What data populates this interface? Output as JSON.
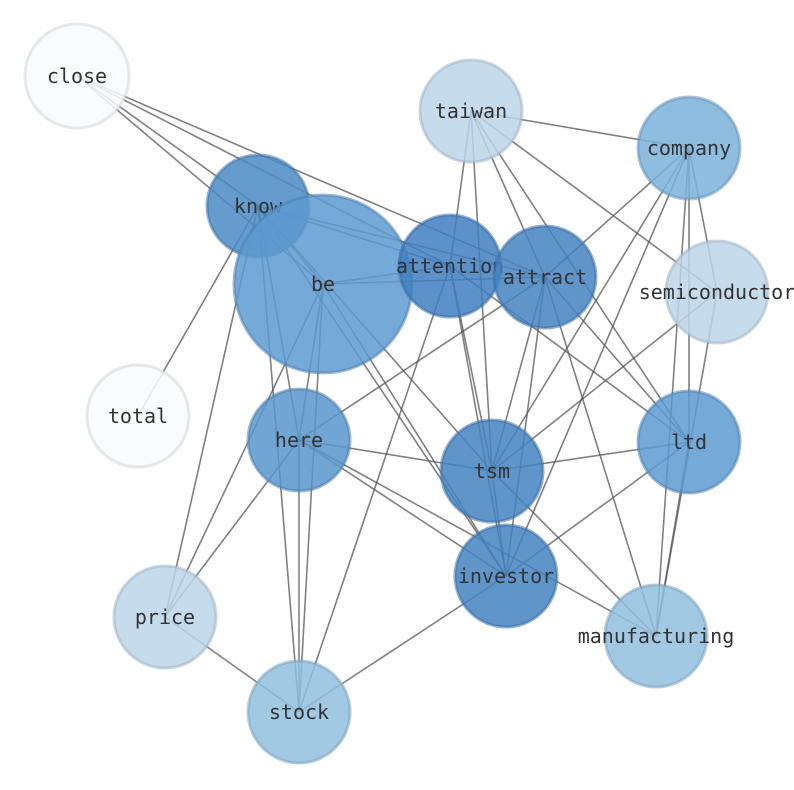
{
  "nodes": [
    {
      "id": "close",
      "label": "close",
      "color": "#f7fbff"
    },
    {
      "id": "taiwan",
      "label": "taiwan",
      "color": "#bcd5e9"
    },
    {
      "id": "company",
      "label": "company",
      "color": "#7ab1d9"
    },
    {
      "id": "know",
      "label": "know",
      "color": "#4b89c4"
    },
    {
      "id": "be",
      "label": "be",
      "color": "#5d9ad0"
    },
    {
      "id": "attention",
      "label": "attention",
      "color": "#3f7fbf"
    },
    {
      "id": "attract",
      "label": "attract",
      "color": "#4483c1"
    },
    {
      "id": "semiconductor",
      "label": "semiconductor",
      "color": "#bcd5e9"
    },
    {
      "id": "total",
      "label": "total",
      "color": "#f7fbff"
    },
    {
      "id": "here",
      "label": "here",
      "color": "#5896cc"
    },
    {
      "id": "ltd",
      "label": "ltd",
      "color": "#5d9ad0"
    },
    {
      "id": "tsm",
      "label": "tsm",
      "color": "#4483c1"
    },
    {
      "id": "investor",
      "label": "investor",
      "color": "#4483c1"
    },
    {
      "id": "price",
      "label": "price",
      "color": "#bcd5e9"
    },
    {
      "id": "manufacturing",
      "label": "manufacturing",
      "color": "#92c0df"
    },
    {
      "id": "stock",
      "label": "stock",
      "color": "#92c0df"
    }
  ],
  "edges": [
    [
      "close",
      "know"
    ],
    [
      "close",
      "be"
    ],
    [
      "close",
      "attention"
    ],
    [
      "close",
      "attract"
    ],
    [
      "taiwan",
      "company"
    ],
    [
      "taiwan",
      "semiconductor"
    ],
    [
      "taiwan",
      "attract"
    ],
    [
      "taiwan",
      "tsm"
    ],
    [
      "taiwan",
      "ltd"
    ],
    [
      "taiwan",
      "attention"
    ],
    [
      "company",
      "attract"
    ],
    [
      "company",
      "tsm"
    ],
    [
      "company",
      "ltd"
    ],
    [
      "company",
      "manufacturing"
    ],
    [
      "company",
      "semiconductor"
    ],
    [
      "company",
      "investor"
    ],
    [
      "know",
      "be"
    ],
    [
      "know",
      "attention"
    ],
    [
      "know",
      "attract"
    ],
    [
      "know",
      "here"
    ],
    [
      "know",
      "tsm"
    ],
    [
      "know",
      "investor"
    ],
    [
      "know",
      "price"
    ],
    [
      "know",
      "total"
    ],
    [
      "know",
      "stock"
    ],
    [
      "be",
      "attention"
    ],
    [
      "be",
      "attract"
    ],
    [
      "be",
      "here"
    ],
    [
      "be",
      "price"
    ],
    [
      "be",
      "stock"
    ],
    [
      "be",
      "investor"
    ],
    [
      "attention",
      "tsm"
    ],
    [
      "attention",
      "investor"
    ],
    [
      "attention",
      "ltd"
    ],
    [
      "attention",
      "stock"
    ],
    [
      "attract",
      "here"
    ],
    [
      "attract",
      "tsm"
    ],
    [
      "attract",
      "investor"
    ],
    [
      "attract",
      "manufacturing"
    ],
    [
      "attract",
      "ltd"
    ],
    [
      "semiconductor",
      "tsm"
    ],
    [
      "semiconductor",
      "manufacturing"
    ],
    [
      "here",
      "tsm"
    ],
    [
      "here",
      "investor"
    ],
    [
      "here",
      "price"
    ],
    [
      "here",
      "stock"
    ],
    [
      "here",
      "manufacturing"
    ],
    [
      "ltd",
      "tsm"
    ],
    [
      "ltd",
      "manufacturing"
    ],
    [
      "ltd",
      "investor"
    ],
    [
      "tsm",
      "investor"
    ],
    [
      "tsm",
      "manufacturing"
    ],
    [
      "investor",
      "stock"
    ],
    [
      "price",
      "stock"
    ]
  ]
}
